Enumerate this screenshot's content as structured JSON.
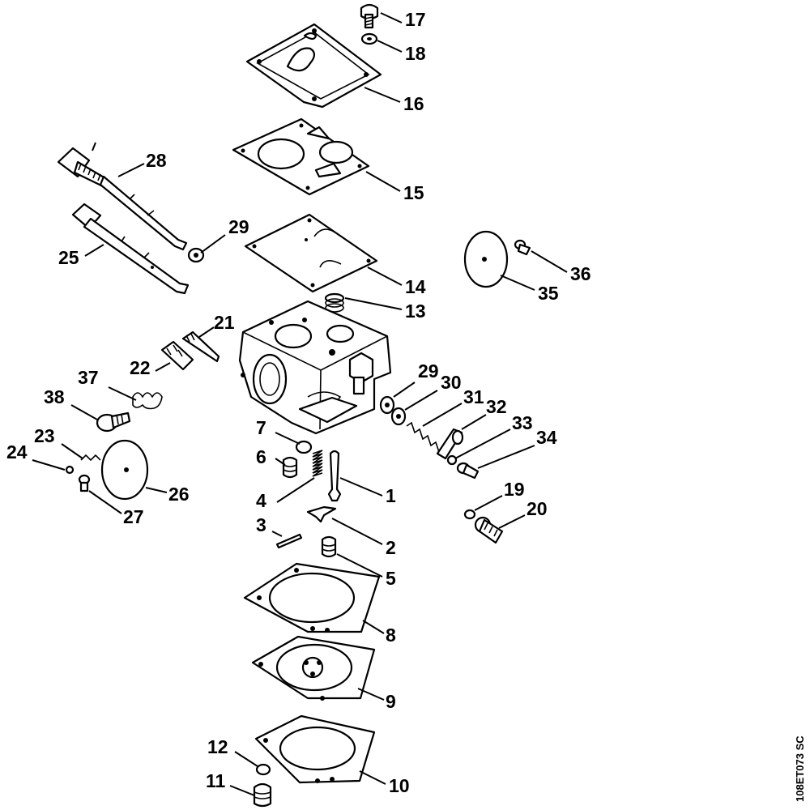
{
  "drawing_code": "108ET073 SC",
  "callouts": {
    "c1": "1",
    "c2": "2",
    "c3": "3",
    "c4": "4",
    "c5": "5",
    "c6": "6",
    "c7": "7",
    "c8": "8",
    "c9": "9",
    "c10": "10",
    "c11": "11",
    "c12": "12",
    "c13": "13",
    "c14": "14",
    "c15": "15",
    "c16": "16",
    "c17": "17",
    "c18": "18",
    "c19": "19",
    "c20": "20",
    "c21": "21",
    "c22": "22",
    "c23": "23",
    "c24": "24",
    "c25": "25",
    "c26": "26",
    "c27": "27",
    "c28": "28",
    "c29a": "29",
    "c29b": "29",
    "c30": "30",
    "c31": "31",
    "c32": "32",
    "c33": "33",
    "c34": "34",
    "c35": "35",
    "c36": "36",
    "c37": "37",
    "c38": "38"
  }
}
